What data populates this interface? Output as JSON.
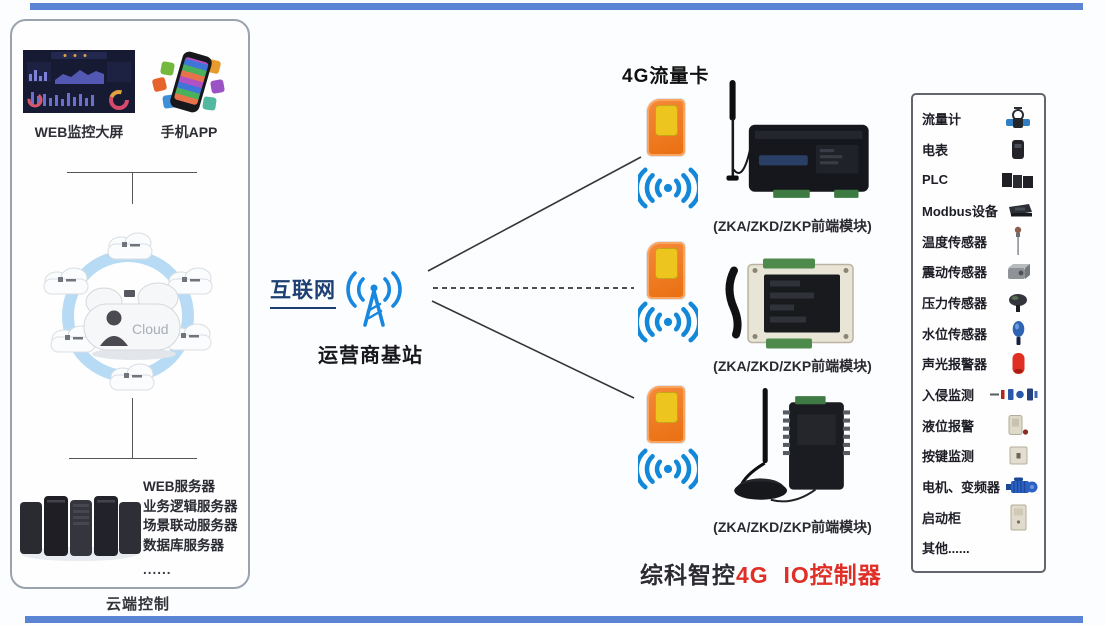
{
  "colors": {
    "accent_blue": "#1787e0",
    "wifi_blue": "#1488d8",
    "sim_orange": "#f07a1e",
    "alert_red": "#df2f26",
    "border_bar_blue": "#5c84d4",
    "internet_navy": "#1d3f73"
  },
  "cloud_platform": {
    "web_screen_label": "WEB监控大屏",
    "mobile_app_label": "手机APP",
    "cloud_center_text": "Cloud",
    "server_list": [
      "WEB服务器",
      "业务逻辑服务器",
      "场景联动服务器",
      "数据库服务器",
      "......"
    ],
    "caption": "云端控制"
  },
  "network": {
    "internet_label": "互联网",
    "base_station_label": "运营商基站"
  },
  "sim": {
    "title": "4G流量卡"
  },
  "frontend_modules": [
    {
      "label": "(ZKA/ZKD/ZKP前端模块)"
    },
    {
      "label": "(ZKA/ZKD/ZKP前端模块)"
    },
    {
      "label": "(ZKA/ZKD/ZKP前端模块)"
    }
  ],
  "controller_caption": {
    "brand": "综科智控",
    "product": "4G  IO控制器"
  },
  "device_panel": {
    "items": [
      {
        "label": "流量计",
        "icon": "flow-meter-icon"
      },
      {
        "label": "电表",
        "icon": "electric-meter-icon"
      },
      {
        "label": "PLC",
        "icon": "plc-icon"
      },
      {
        "label": "Modbus设备",
        "icon": "modbus-device-icon"
      },
      {
        "label": "温度传感器",
        "icon": "temperature-sensor-icon"
      },
      {
        "label": "震动传感器",
        "icon": "vibration-sensor-icon"
      },
      {
        "label": "压力传感器",
        "icon": "pressure-sensor-icon"
      },
      {
        "label": "水位传感器",
        "icon": "water-level-sensor-icon"
      },
      {
        "label": "声光报警器",
        "icon": "sound-light-alarm-icon"
      },
      {
        "label": "入侵监测",
        "icon": "intrusion-monitor-icon"
      },
      {
        "label": "液位报警",
        "icon": "liquid-level-alarm-icon"
      },
      {
        "label": "按键监测",
        "icon": "key-monitor-icon"
      },
      {
        "label": "电机、变频器",
        "icon": "motor-inverter-icon"
      },
      {
        "label": "启动柜",
        "icon": "starter-cabinet-icon"
      },
      {
        "label": "其他......",
        "icon": ""
      }
    ]
  }
}
